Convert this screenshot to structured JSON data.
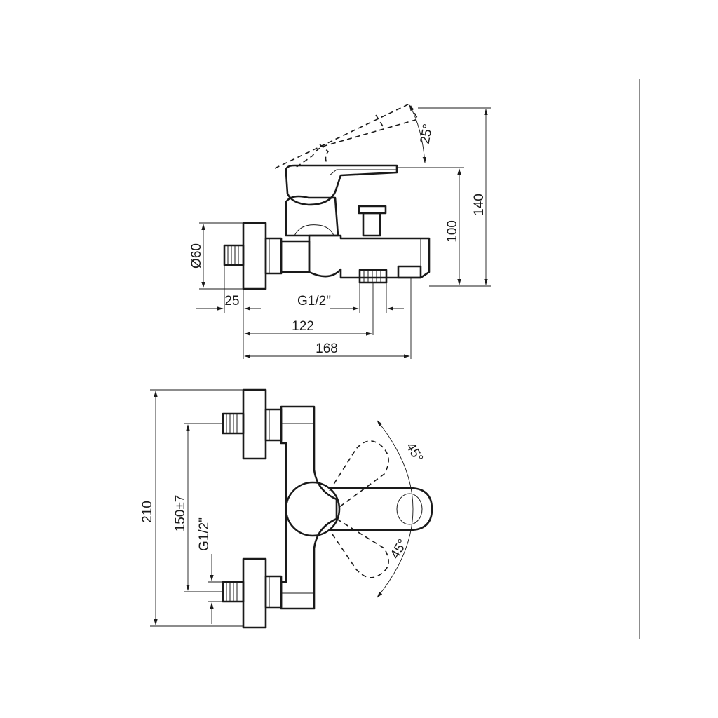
{
  "side_view": {
    "dimensions": {
      "angle_handle": "25°",
      "height_total": "140",
      "height_body": "100",
      "flange_diameter": "Ø60",
      "flange_offset": "25",
      "thread": "G1/2\"",
      "spout_reach": "122",
      "overall_length": "168"
    }
  },
  "top_view": {
    "dimensions": {
      "overall_height": "210",
      "inlet_spacing": "150±7",
      "thread": "G1/2\"",
      "angle_upper": "45°",
      "angle_lower": "45°"
    }
  }
}
